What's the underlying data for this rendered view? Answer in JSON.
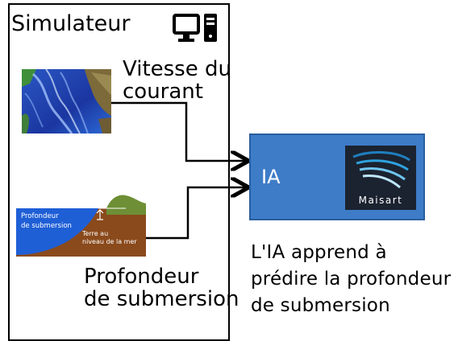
{
  "simulator": {
    "title": "Simulateur"
  },
  "inputs": {
    "current": {
      "label_line1": "Vitesse du",
      "label_line2": "courant"
    },
    "depth": {
      "label_line1": "Profondeur",
      "label_line2": "de submersion",
      "inset_sea_line1": "Profondeur",
      "inset_sea_line2": "de submersion",
      "inset_land_line1": "Terre au",
      "inset_land_line2": "niveau de la mer"
    }
  },
  "ia": {
    "label": "IA",
    "logo_text": "Maisart"
  },
  "caption": {
    "line1": "L'IA apprend à",
    "line2": "prédire la profondeur",
    "line3": "de submersion"
  },
  "colors": {
    "ia_box": "#3e7cc8",
    "sea": "#1f5fd6",
    "land": "#8a4a1c",
    "grass": "#6e8f35",
    "current_bg": "#1c3ca8"
  }
}
